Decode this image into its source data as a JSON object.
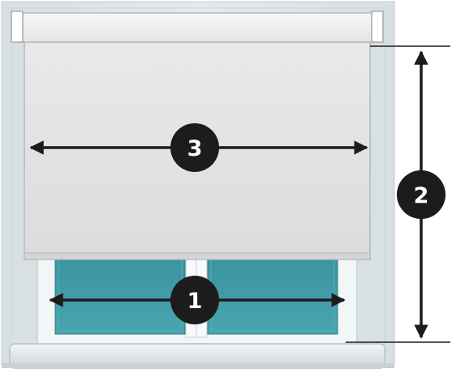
{
  "diagram": {
    "title": "",
    "labels": {
      "window_width": "1",
      "drop_height": "2",
      "blind_width": "3"
    },
    "colors": {
      "wall": "#dbe3e6",
      "frame": "#f4f7f8",
      "glass": "#3f9aa6",
      "blind_fabric": "#e3e3e3",
      "arrow": "#1c1c1c",
      "badge": "#1c1c1c"
    }
  }
}
